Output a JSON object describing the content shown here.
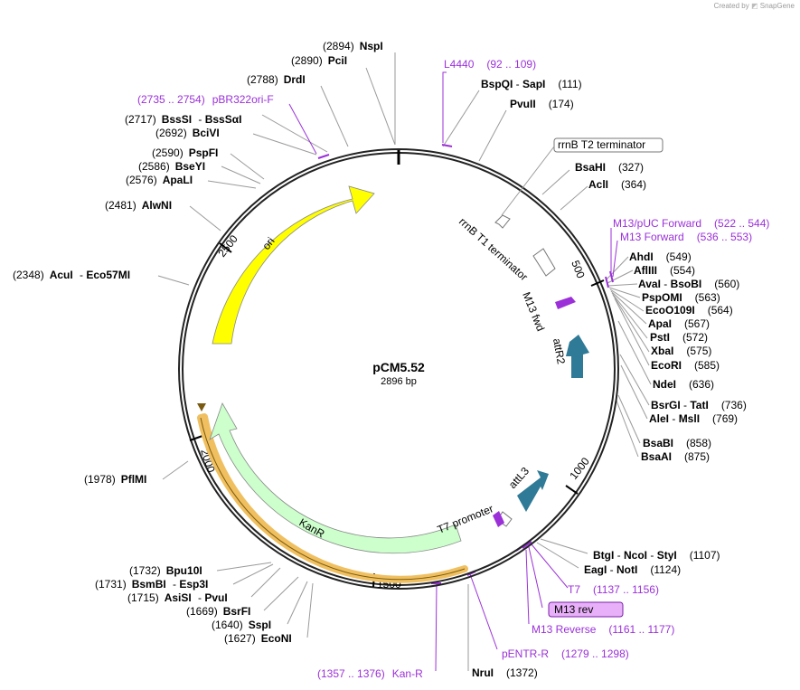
{
  "app": {
    "credit_prefix": "Created by",
    "credit_brand": "SnapGene"
  },
  "plasmid": {
    "name": "pCM5.52",
    "size": "2896 bp"
  },
  "ticks": [
    "500",
    "1000",
    "1500",
    "2000",
    "2500"
  ],
  "sites": [
    {
      "pos": "(2894)",
      "name": "NspI"
    },
    {
      "pos": "(2890)",
      "name": "PciI"
    },
    {
      "pos": "(2788)",
      "name": "DrdI"
    },
    {
      "pos": "(2717)",
      "name": "BssSI",
      "name2": "BssSαI"
    },
    {
      "pos": "(2692)",
      "name": "BciVI"
    },
    {
      "pos": "(2590)",
      "name": "PspFI"
    },
    {
      "pos": "(2586)",
      "name": "BseYI"
    },
    {
      "pos": "(2576)",
      "name": "ApaLI"
    },
    {
      "pos": "(2481)",
      "name": "AlwNI"
    },
    {
      "pos": "(2348)",
      "name": "AcuI",
      "name2": "Eco57MI"
    },
    {
      "pos": "(1978)",
      "name": "PflMI"
    },
    {
      "pos": "(1732)",
      "name": "Bpu10I"
    },
    {
      "pos": "(1731)",
      "name": "BsmBI",
      "name2": "Esp3I"
    },
    {
      "pos": "(1715)",
      "name": "AsiSI",
      "name2": "PvuI"
    },
    {
      "pos": "(1669)",
      "name": "BsrFI"
    },
    {
      "pos": "(1640)",
      "name": "SspI"
    },
    {
      "pos": "(1627)",
      "name": "EcoNI"
    },
    {
      "pos": "(111)",
      "name": "BspQI",
      "name2": "SapI"
    },
    {
      "pos": "(174)",
      "name": "PvuII"
    },
    {
      "pos": "(327)",
      "name": "BsaHI"
    },
    {
      "pos": "(364)",
      "name": "AclI"
    },
    {
      "pos": "(549)",
      "name": "AhdI"
    },
    {
      "pos": "(554)",
      "name": "AflIII"
    },
    {
      "pos": "(560)",
      "name": "AvaI",
      "name2": "BsoBI"
    },
    {
      "pos": "(563)",
      "name": "PspOMI"
    },
    {
      "pos": "(564)",
      "name": "EcoO109I"
    },
    {
      "pos": "(567)",
      "name": "ApaI"
    },
    {
      "pos": "(572)",
      "name": "PstI"
    },
    {
      "pos": "(575)",
      "name": "XbaI"
    },
    {
      "pos": "(585)",
      "name": "EcoRI"
    },
    {
      "pos": "(636)",
      "name": "NdeI"
    },
    {
      "pos": "(736)",
      "name": "BsrGI",
      "name2": "TatI"
    },
    {
      "pos": "(769)",
      "name": "AleI",
      "name2": "MslI"
    },
    {
      "pos": "(858)",
      "name": "BsaBI"
    },
    {
      "pos": "(875)",
      "name": "BsaAI"
    },
    {
      "pos": "(1107)",
      "name": "BtgI",
      "name2": "NcoI",
      "name3": "StyI"
    },
    {
      "pos": "(1124)",
      "name": "EagI",
      "name2": "NotI"
    },
    {
      "pos": "(1372)",
      "name": "NruI"
    }
  ],
  "primers": [
    {
      "name": "pBR322ori-F",
      "range": "(2735 .. 2754)"
    },
    {
      "name": "L4440",
      "range": "(92 .. 109)"
    },
    {
      "name": "M13/pUC Forward",
      "range": "(522 .. 544)"
    },
    {
      "name": "M13 Forward",
      "range": "(536 .. 553)"
    },
    {
      "name": "T7",
      "range": "(1137 .. 1156)"
    },
    {
      "name": "M13 rev"
    },
    {
      "name": "M13 Reverse",
      "range": "(1161 .. 1177)"
    },
    {
      "name": "pENTR-R",
      "range": "(1279 .. 1298)"
    },
    {
      "name": "Kan-R",
      "range": "(1357 .. 1376)"
    }
  ],
  "features": {
    "ori": "ori",
    "kanr": "KanR",
    "rrnb_t2": "rrnB T2 terminator",
    "rrnb_t1": "rrnB T1 terminator",
    "m13fwd": "M13 fwd",
    "attr2": "attR2",
    "attl3": "attL3",
    "t7promoter": "T7 promoter"
  },
  "colors": {
    "ori": "#ffff00",
    "kanr": "#ccffcc",
    "kanr_highlight": "#f0c060",
    "att": "#2f7a96",
    "primer": "#9b30d9",
    "primer_box": "#e8b0f8",
    "backbone": "#222222"
  }
}
